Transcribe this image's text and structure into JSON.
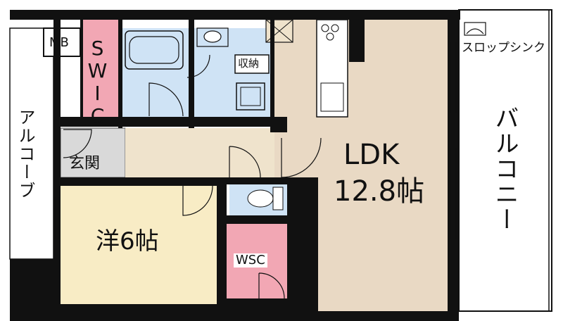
{
  "colors": {
    "wall": "#111111",
    "ldk": "#e9d9c4",
    "western": "#f8ecc5",
    "closet_pink": "#f2a7b4",
    "wet_blue": "#cfe3f5",
    "entrance_gray": "#d9d9d9",
    "corridor": "#efe3cc",
    "balcony": "#ffffff"
  },
  "rooms": {
    "mb": "MB",
    "swic": "SWIC",
    "storage": "収納",
    "alcove": "アルコーブ",
    "entrance": "玄関",
    "ldk_title": "LDK",
    "ldk_size": "12.8帖",
    "western": "洋6帖",
    "wsc": "WSC",
    "balcony": "バルコニー",
    "slop_sink": "スロップシンク"
  }
}
